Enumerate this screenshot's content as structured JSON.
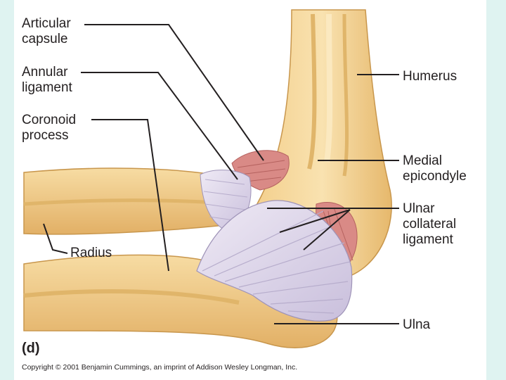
{
  "figure": {
    "labels": {
      "articular_capsule": [
        "Articular",
        "capsule"
      ],
      "annular_ligament": [
        "Annular",
        "ligament"
      ],
      "coronoid_process": [
        "Coronoid",
        "process"
      ],
      "radius": "Radius",
      "humerus": "Humerus",
      "medial_epicondyle": [
        "Medial",
        "epicondyle"
      ],
      "ulnar_collateral_ligament": [
        "Ulnar",
        "collateral",
        "ligament"
      ],
      "ulna": "Ulna"
    },
    "panel_letter": "(d)",
    "copyright": "Copyright © 2001 Benjamin Cummings, an imprint of Addison Wesley Longman, Inc."
  },
  "colors": {
    "background": "#dff3f1",
    "bone": "#f6d79a",
    "bone_shadow": "#d9a95b",
    "ligament": "#ddd6ea",
    "muscle": "#d98a86",
    "leader_line": "#231f20"
  }
}
